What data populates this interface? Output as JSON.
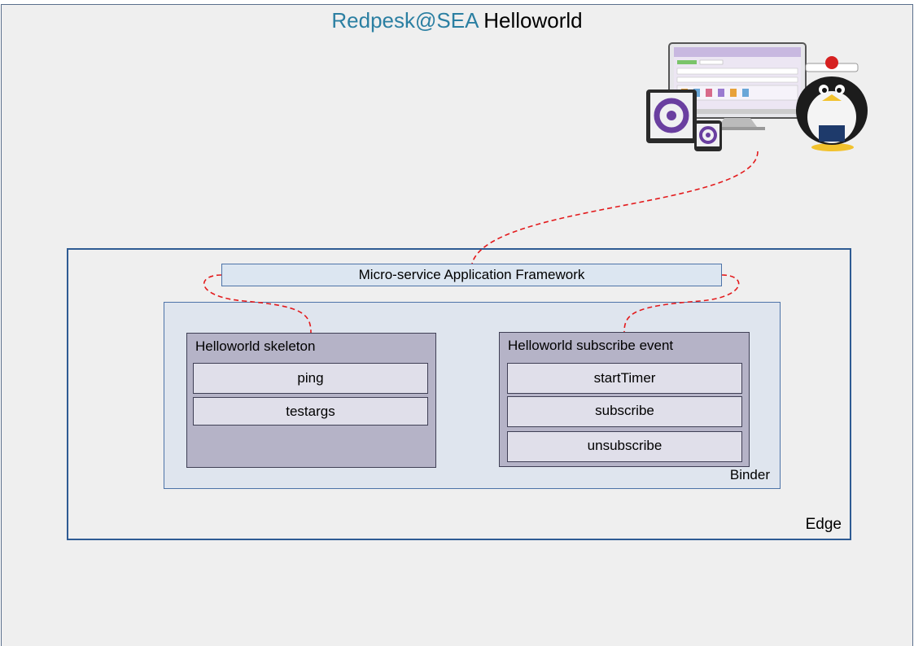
{
  "title": {
    "brand": "Redpesk@SEA",
    "name": "Helloworld"
  },
  "edge": {
    "label": "Edge"
  },
  "binder": {
    "label": "Binder"
  },
  "framework": {
    "label": "Micro-service Application Framework"
  },
  "apis": [
    {
      "title": "Helloworld skeleton",
      "verbs": [
        "ping",
        "testargs"
      ]
    },
    {
      "title": "Helloworld subscribe event",
      "verbs": [
        "startTimer",
        "subscribe",
        "unsubscribe"
      ]
    }
  ],
  "colors": {
    "brand": "#2b7fa2",
    "link": "#e31a1c",
    "frame": "#2e5b93"
  },
  "illustration": {
    "icons": [
      "monitor-icon",
      "tablet-icon",
      "phone-icon",
      "penguin-mascot-icon"
    ]
  }
}
